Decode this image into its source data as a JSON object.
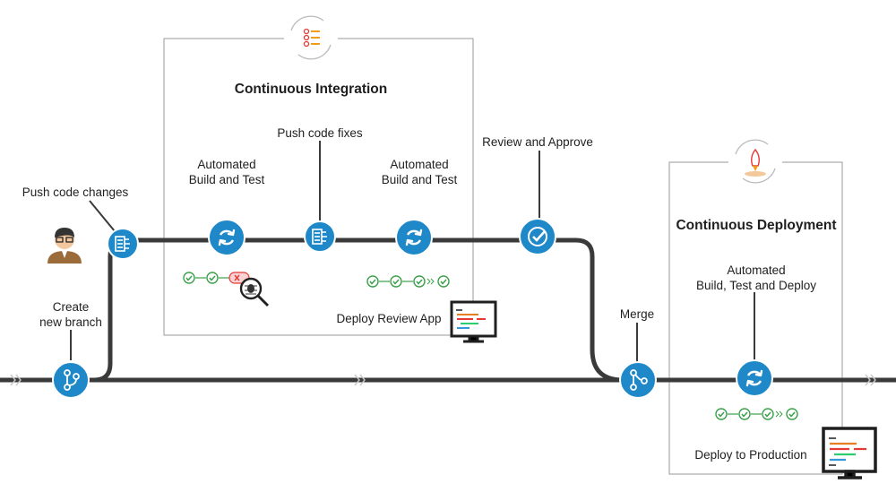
{
  "ci": {
    "title": "Continuous Integration",
    "steps": {
      "build_test_1": [
        "Automated",
        "Build and Test"
      ],
      "push_fixes": "Push code fixes",
      "build_test_2": [
        "Automated",
        "Build and Test"
      ],
      "deploy_review": "Deploy Review App"
    }
  },
  "cd": {
    "title": "Continuous Deployment",
    "steps": {
      "build_deploy": [
        "Automated",
        "Build, Test and Deploy"
      ],
      "deploy_prod": "Deploy to Production"
    }
  },
  "flow": {
    "push_changes": "Push code changes",
    "create_branch": [
      "Create",
      "new branch"
    ],
    "review_approve": "Review and Approve",
    "merge": "Merge"
  },
  "colors": {
    "node_blue": "#1e88c9",
    "pipeline": "#3a3a3a",
    "check_green": "#3aa04a",
    "fail_red": "#e53935",
    "box_border": "#9a9a9a"
  },
  "icons": {
    "branch": "git-branch-icon",
    "commit": "commit-list-icon",
    "build": "sync-icon",
    "approve": "checkmark-icon",
    "merge": "merge-icon",
    "ci_badge": "checklist-cycle-icon",
    "cd_badge": "rocket-cycle-icon",
    "developer": "developer-avatar-icon",
    "monitor": "code-monitor-icon",
    "bug": "bug-magnifier-icon"
  }
}
